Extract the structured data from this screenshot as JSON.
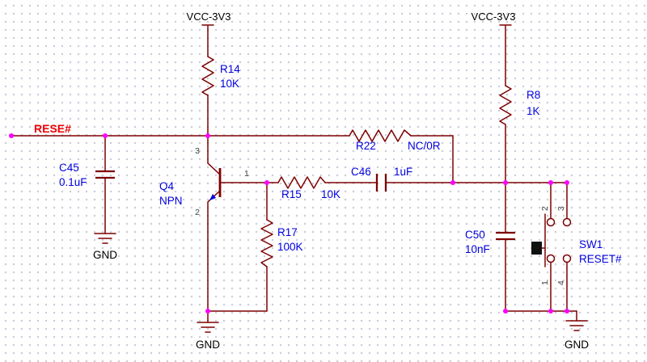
{
  "colors": {
    "wire": "#7e0000",
    "label": "#0000e0",
    "net_label": "#ee0000",
    "junction": "#ff00ff",
    "pin_number": "#404040",
    "grid_dot": "#c9c9dc",
    "plunger": "#101010"
  },
  "net_labels": {
    "reset": "RESE#"
  },
  "power_symbols": [
    {
      "name": "VCC-3V3"
    },
    {
      "name": "VCC-3V3"
    }
  ],
  "ground_labels": [
    "GND",
    "GND",
    "GND"
  ],
  "components": {
    "R14": {
      "ref": "R14",
      "value": "10K"
    },
    "R22": {
      "ref": "R22",
      "value": "NC/0R"
    },
    "R15": {
      "ref": "R15",
      "value": "10K"
    },
    "R17": {
      "ref": "R17",
      "value": "100K"
    },
    "R8": {
      "ref": "R8",
      "value": "1K"
    },
    "C45": {
      "ref": "C45",
      "value": "0.1uF"
    },
    "C46": {
      "ref": "C46",
      "value": "1uF"
    },
    "C50": {
      "ref": "C50",
      "value": "10nF"
    },
    "Q4": {
      "ref": "Q4",
      "value": "NPN"
    },
    "SW1": {
      "ref": "SW1",
      "value": "RESET#"
    }
  },
  "pin_numbers": {
    "Q4": {
      "collector": "3",
      "emitter": "2",
      "base": "1"
    },
    "SW1": {
      "top_left": "2",
      "top_right": "3",
      "bottom_left": "1",
      "bottom_right": "4"
    }
  }
}
